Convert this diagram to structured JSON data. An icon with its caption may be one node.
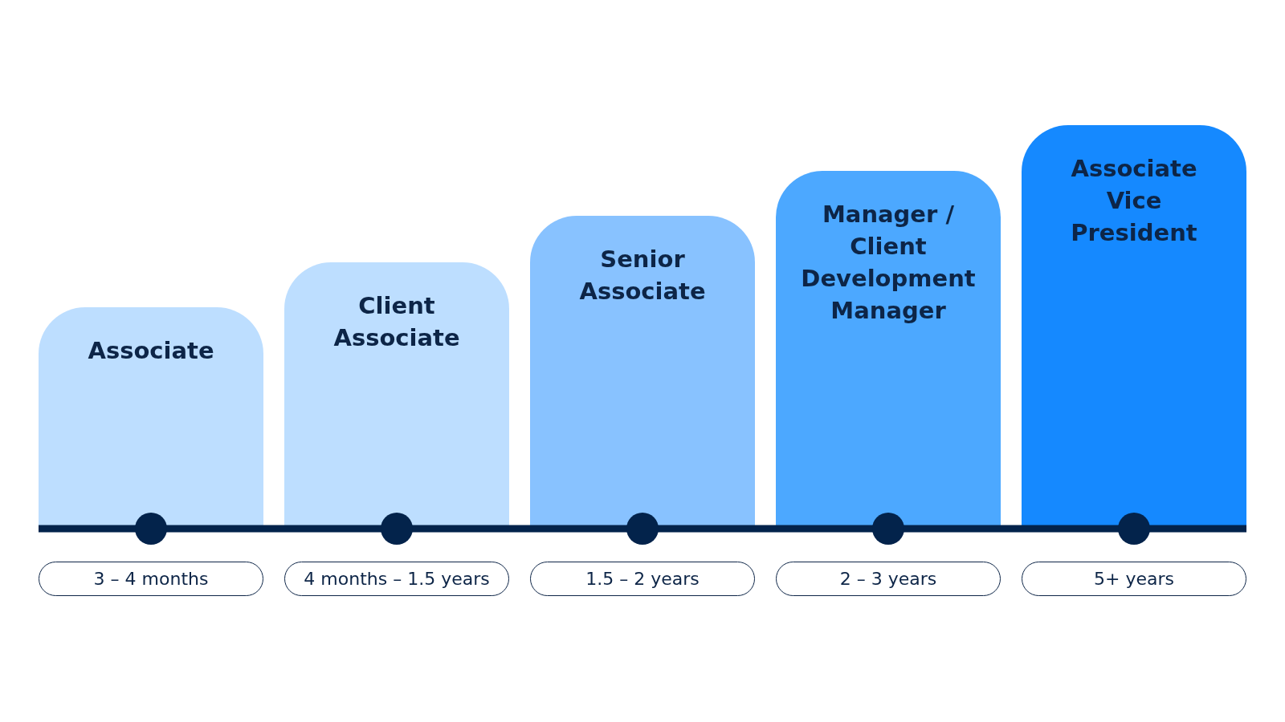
{
  "diagram": {
    "nodes": [
      {
        "text": [
          "Associate"
        ]
      },
      {
        "text": [
          "Client Associate"
        ]
      },
      {
        "text": [
          "Senior Associate"
        ]
      },
      {
        "text": [
          "Manager / Client Development Manager"
        ]
      },
      {
        "text": [
          "Associate Vice President"
        ]
      },
      {
        "text": [
          "3 – 4 months"
        ]
      },
      {
        "text": [
          "4 months – 1.5 years"
        ]
      },
      {
        "text": [
          "1.5 – 2 years"
        ]
      },
      {
        "text": [
          "2 – 3 years"
        ]
      },
      {
        "text": [
          "5+ years"
        ]
      }
    ]
  }
}
